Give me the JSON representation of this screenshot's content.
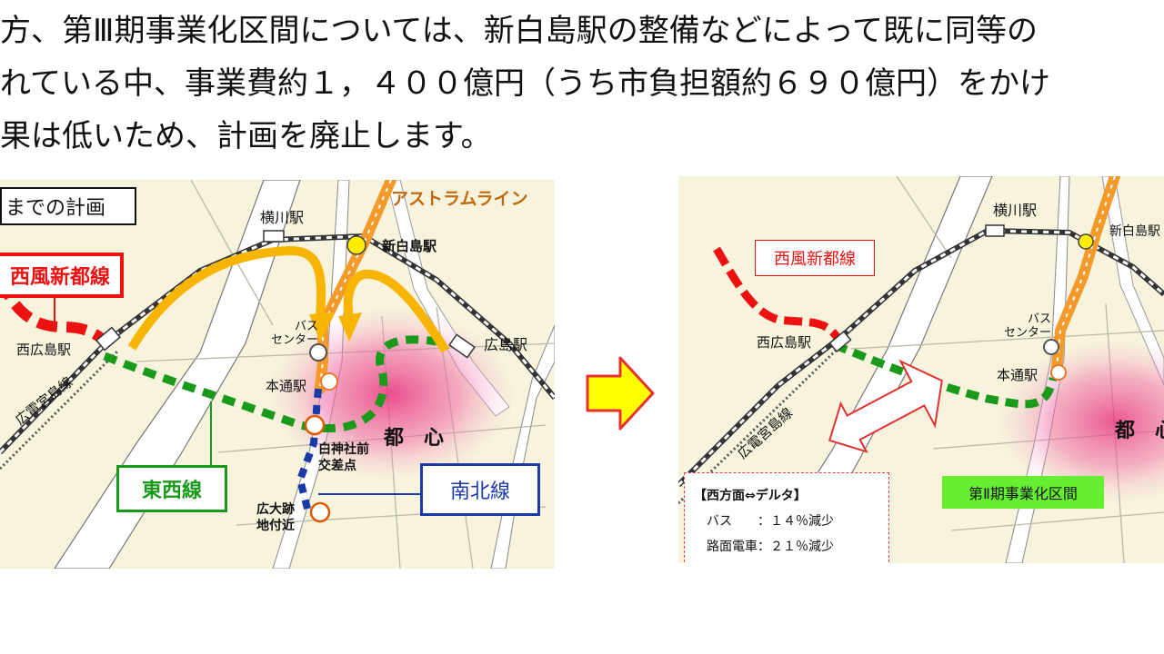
{
  "paragraph": {
    "lines": [
      "方、第Ⅲ期事業化区間については、新白島駅の整備などによって既に同等の",
      "れている中、事業費約１，４００億円（うち市負担額約６９０億円）をかけ",
      "果は低いため、計画を廃止します。"
    ]
  },
  "left_map": {
    "plan_title": "までの計画",
    "line_seifu": "西風新都線",
    "line_tozai": "東西線",
    "line_nanboku": "南北線",
    "astram_label": "アストラムライン",
    "stations": {
      "yokogawa": "横川駅",
      "shin_hakushima": "新白島駅",
      "nishi_hiroshima": "西広島駅",
      "hiroshima": "広島駅",
      "bus_center": "バス\nセンター",
      "hondori": "本通駅",
      "shiragami": "白神社前\n交差点",
      "hirodaiato": "広大跡\n地付近"
    },
    "area_label": "都　心",
    "streetcar_label": "広電宮島線"
  },
  "right_map": {
    "line_seifu": "西風新都線",
    "phase2_label": "第Ⅱ期事業化区間",
    "stations": {
      "yokogawa": "横川駅",
      "shin_hakushima": "新白島駅",
      "nishi_hiroshima": "西広島駅",
      "bus_center": "バス\nセンター",
      "hondori": "本通駅"
    },
    "area_label": "都　心",
    "streetcar_label": "広電宮島線",
    "info": {
      "title": "【西方面⇔デルタ】",
      "row1": "バス　　：１４％減少",
      "row2": "路面電車：２１％減少"
    }
  },
  "colors": {
    "seifu_red": "#ee1111",
    "tozai_green": "#1a9a1a",
    "nanboku_blue": "#1a3aaa",
    "astram_orange": "#f39a2b",
    "arrow_yellow": "#f7b500",
    "center_pink": "#f06aa6",
    "map_bg": "#f7f3dc",
    "next_arrow_fill": "#ffff00",
    "next_arrow_stroke": "#e83030"
  }
}
